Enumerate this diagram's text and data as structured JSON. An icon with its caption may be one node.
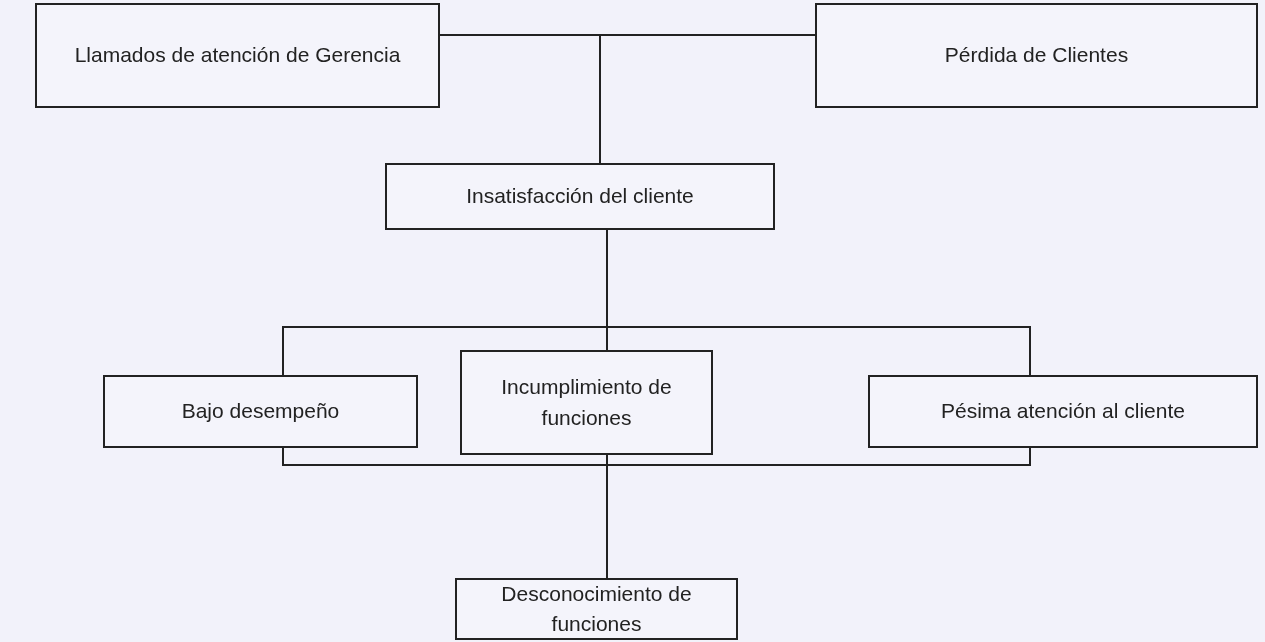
{
  "diagram": {
    "nodes": [
      {
        "text": [
          "Llamados de atención de Gerencia"
        ]
      },
      {
        "text": [
          "Pérdida de Clientes"
        ]
      },
      {
        "text": [
          "Insatisfacción del cliente"
        ]
      },
      {
        "text": [
          "Bajo desempeño"
        ]
      },
      {
        "text": [
          "Incumplimiento de funciones"
        ]
      },
      {
        "text": [
          "Pésima atención al cliente"
        ]
      },
      {
        "text": [
          "Desconocimiento de funciones"
        ]
      }
    ],
    "edges": [
      {
        "from": 2,
        "to": 0,
        "arrow": "none"
      },
      {
        "from": 2,
        "to": 1,
        "arrow": "none"
      },
      {
        "from": 2,
        "to": 3,
        "arrow": "none"
      },
      {
        "from": 2,
        "to": 4,
        "arrow": "none"
      },
      {
        "from": 2,
        "to": 5,
        "arrow": "none"
      },
      {
        "from": 3,
        "to": 6,
        "arrow": "none"
      },
      {
        "from": 4,
        "to": 6,
        "arrow": "none"
      },
      {
        "from": 5,
        "to": 6,
        "arrow": "none"
      }
    ]
  }
}
